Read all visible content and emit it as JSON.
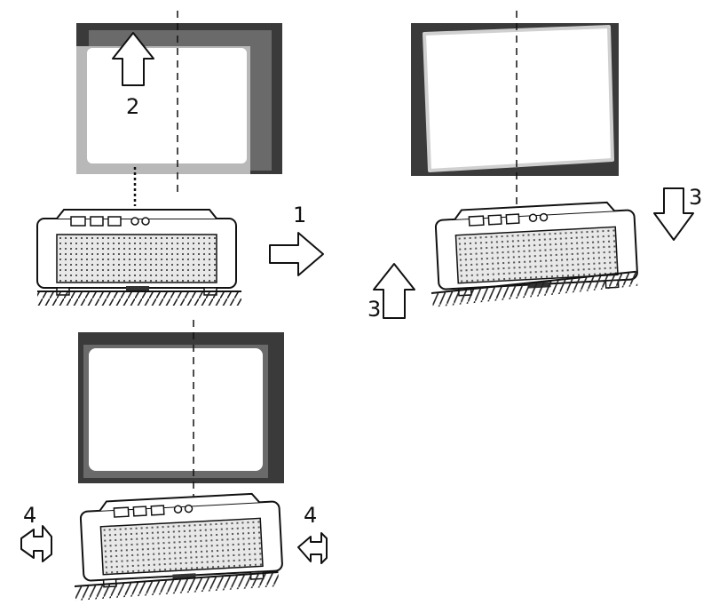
{
  "steps": {
    "step1": "1",
    "step2": "2",
    "step3_left": "3",
    "step3_right": "3",
    "step4_left": "4",
    "step4_right": "4"
  },
  "panels": [
    {
      "id": "shift-up",
      "description_icon": "lens-shift-icon"
    },
    {
      "id": "height-adjust",
      "description_icon": "adjustable-foot-icon"
    },
    {
      "id": "rotate-feet",
      "description_icon": "rotate-foot-icon"
    }
  ],
  "colors": {
    "screen_frame": "#3a3a3a",
    "screen_shadow": "#6a6a6a",
    "screen_ghost": "#b8b8b8",
    "projector_outline": "#111111"
  }
}
